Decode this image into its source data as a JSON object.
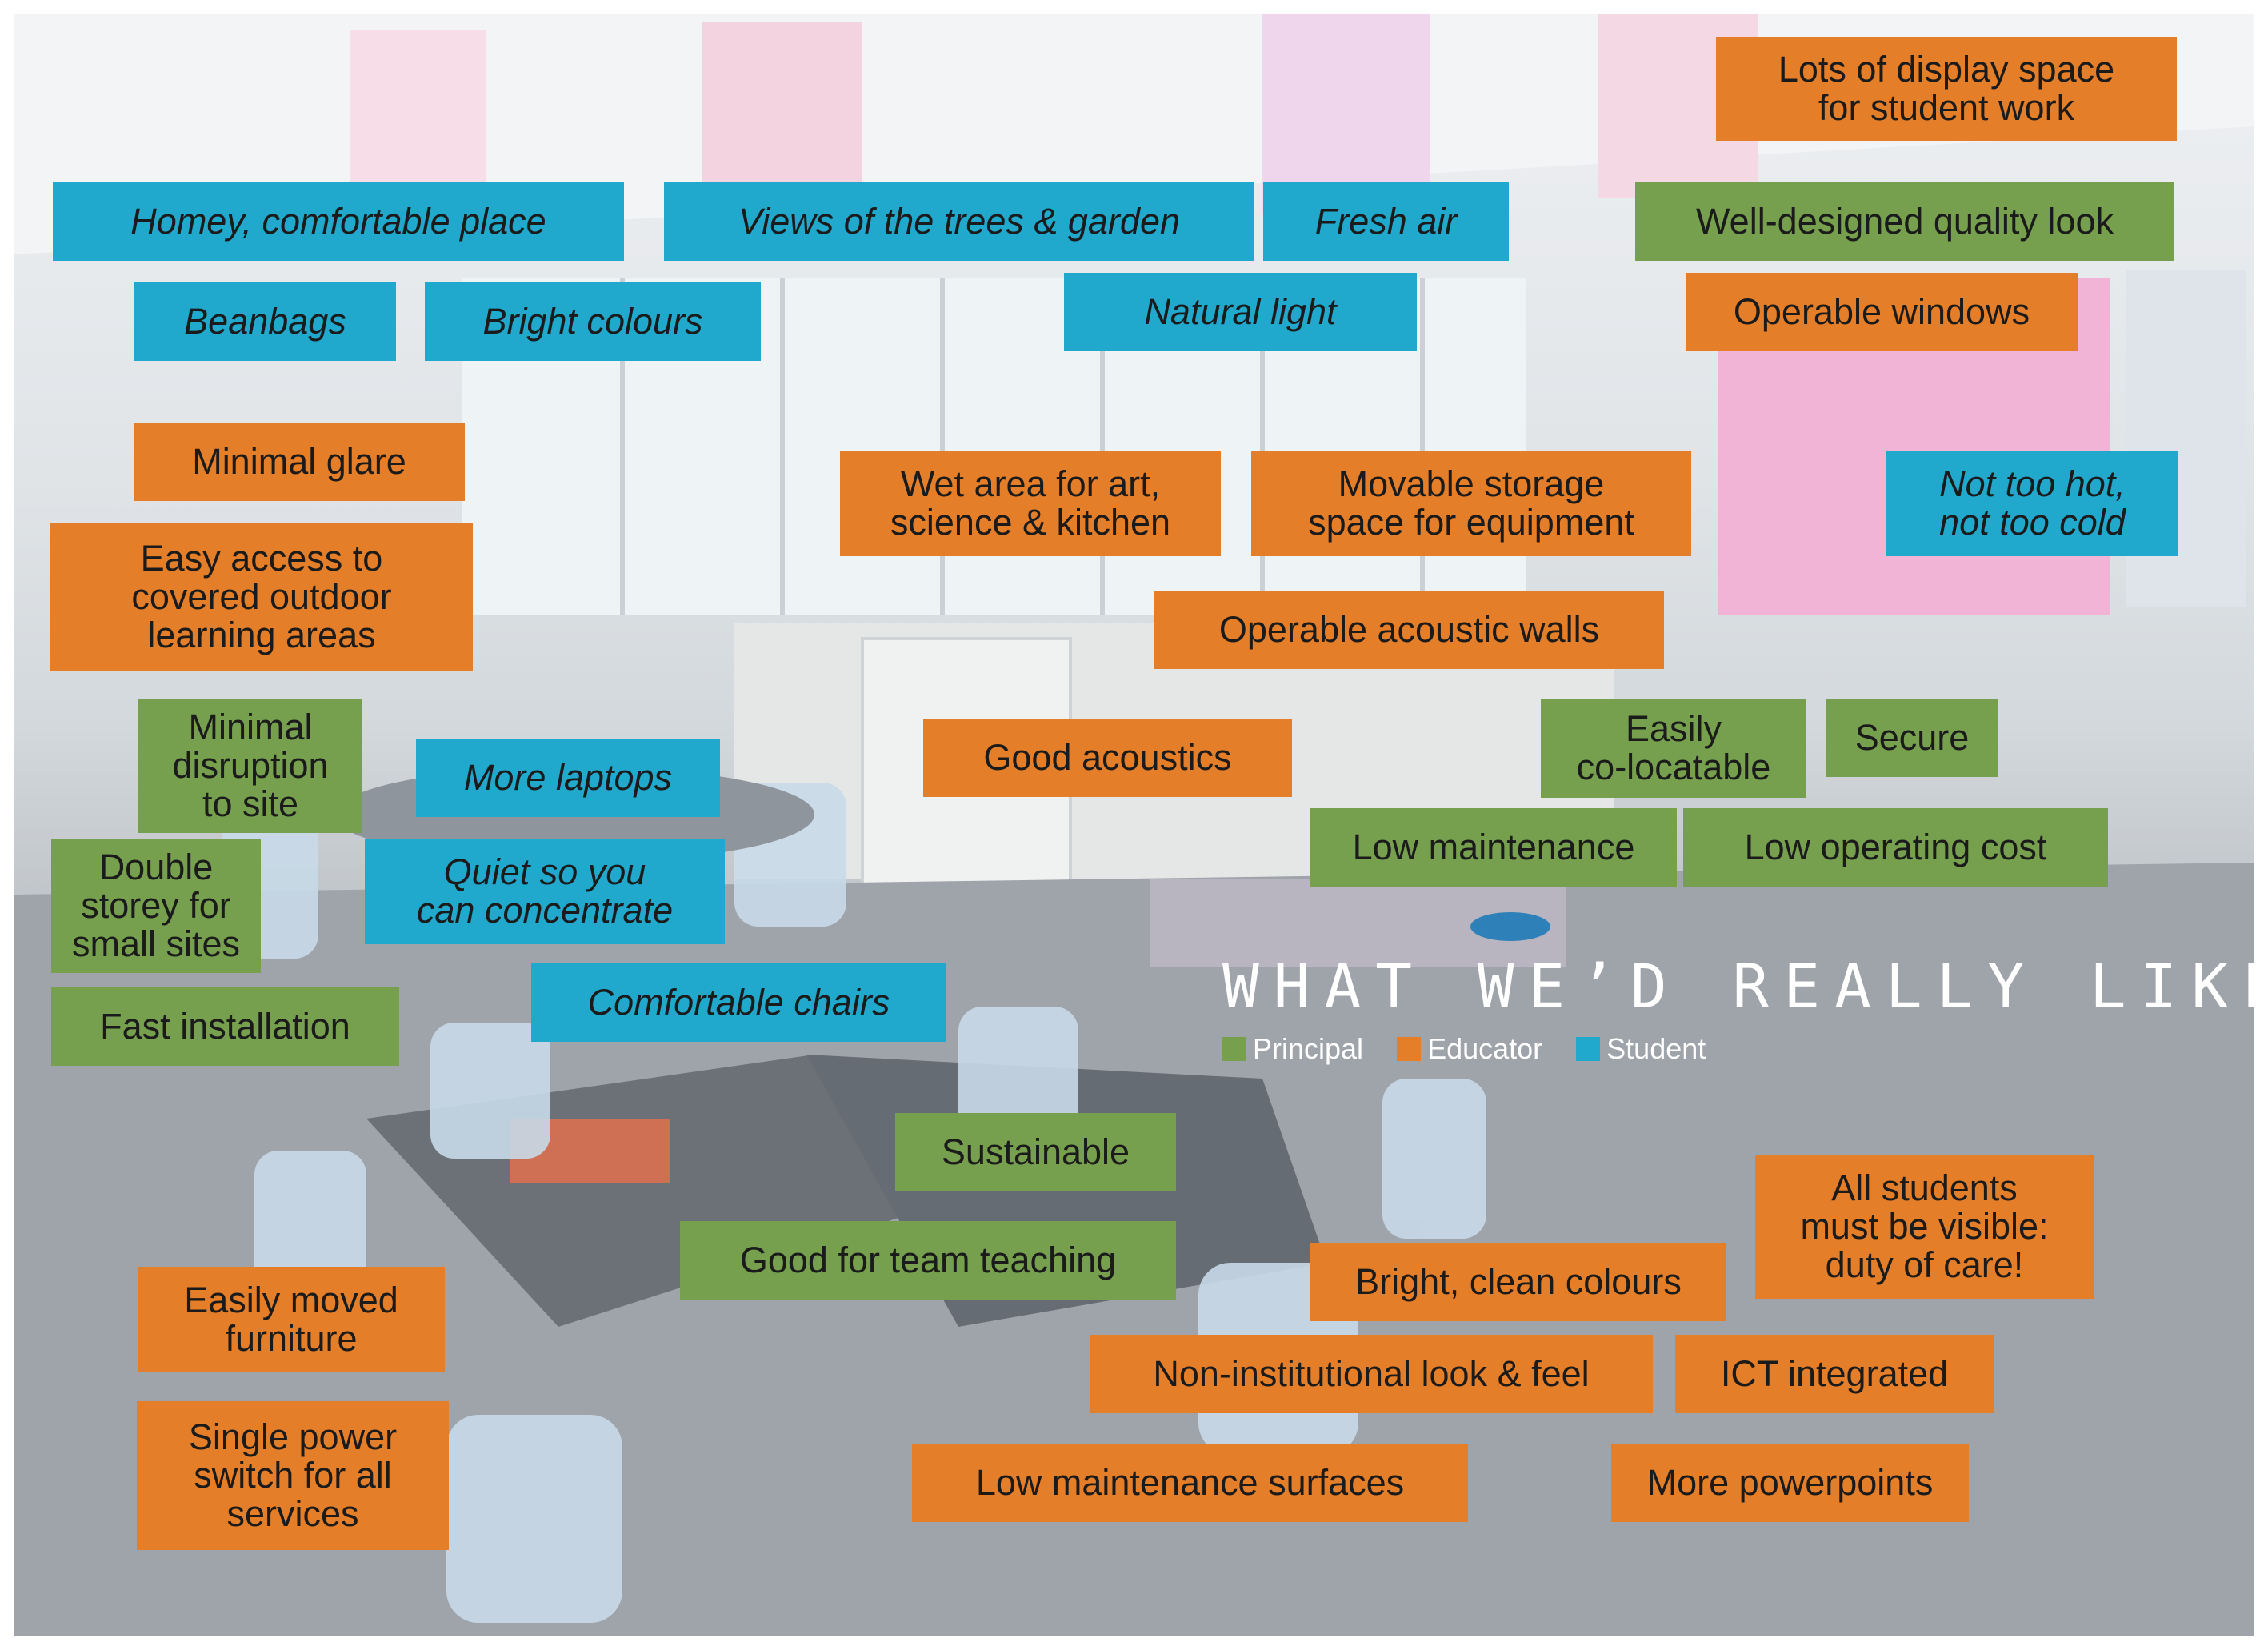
{
  "colors": {
    "principal": "#76a04e",
    "educator": "#e57e28",
    "student": "#20a8cd"
  },
  "legend": {
    "title": "WHAT WE’D REALLY LIKE",
    "items": [
      {
        "label": "Principal",
        "group": "principal"
      },
      {
        "label": "Educator",
        "group": "educator"
      },
      {
        "label": "Student",
        "group": "student"
      }
    ]
  },
  "bubbles": [
    {
      "id": "lots-of-display-space",
      "text": "Lots of display space\nfor student work",
      "group": "educator"
    },
    {
      "id": "homey-comfortable-place",
      "text": "Homey, comfortable place",
      "group": "student"
    },
    {
      "id": "views-of-the-trees",
      "text": "Views of the trees & garden",
      "group": "student"
    },
    {
      "id": "fresh-air",
      "text": "Fresh air",
      "group": "student"
    },
    {
      "id": "well-designed-quality-look",
      "text": "Well-designed quality look",
      "group": "principal"
    },
    {
      "id": "beanbags",
      "text": "Beanbags",
      "group": "student"
    },
    {
      "id": "bright-colours",
      "text": "Bright colours",
      "group": "student"
    },
    {
      "id": "natural-light",
      "text": "Natural light",
      "group": "student"
    },
    {
      "id": "operable-windows",
      "text": "Operable windows",
      "group": "educator"
    },
    {
      "id": "minimal-glare",
      "text": "Minimal glare",
      "group": "educator"
    },
    {
      "id": "wet-area",
      "text": "Wet area for art,\nscience & kitchen",
      "group": "educator"
    },
    {
      "id": "movable-storage",
      "text": "Movable storage\nspace for equipment",
      "group": "educator"
    },
    {
      "id": "not-too-hot",
      "text": "Not too hot,\nnot too cold",
      "group": "student"
    },
    {
      "id": "easy-access-outdoor",
      "text": "Easy access to\ncovered outdoor\nlearning areas",
      "group": "educator"
    },
    {
      "id": "operable-acoustic-walls",
      "text": "Operable acoustic walls",
      "group": "educator"
    },
    {
      "id": "minimal-disruption",
      "text": "Minimal\ndisruption\nto site",
      "group": "principal"
    },
    {
      "id": "more-laptops",
      "text": "More laptops",
      "group": "student"
    },
    {
      "id": "good-acoustics",
      "text": "Good acoustics",
      "group": "educator"
    },
    {
      "id": "easily-co-locatable",
      "text": "Easily\nco-locatable",
      "group": "principal"
    },
    {
      "id": "secure",
      "text": "Secure",
      "group": "principal"
    },
    {
      "id": "double-storey",
      "text": "Double\nstorey for\nsmall sites",
      "group": "principal"
    },
    {
      "id": "quiet-concentrate",
      "text": "Quiet so you\ncan concentrate",
      "group": "student"
    },
    {
      "id": "low-maintenance",
      "text": "Low maintenance",
      "group": "principal"
    },
    {
      "id": "low-operating-cost",
      "text": "Low operating cost",
      "group": "principal"
    },
    {
      "id": "comfortable-chairs",
      "text": "Comfortable chairs",
      "group": "student"
    },
    {
      "id": "fast-installation",
      "text": "Fast installation",
      "group": "principal"
    },
    {
      "id": "sustainable",
      "text": "Sustainable",
      "group": "principal"
    },
    {
      "id": "good-for-team-teaching",
      "text": "Good for team teaching",
      "group": "principal"
    },
    {
      "id": "all-students-visible",
      "text": "All students\nmust be visible:\nduty of care!",
      "group": "educator"
    },
    {
      "id": "bright-clean-colours",
      "text": "Bright, clean colours",
      "group": "educator"
    },
    {
      "id": "easily-moved-furniture",
      "text": "Easily moved\nfurniture",
      "group": "educator"
    },
    {
      "id": "non-institutional-look",
      "text": "Non-institutional look & feel",
      "group": "educator"
    },
    {
      "id": "ict-integrated",
      "text": "ICT integrated",
      "group": "educator"
    },
    {
      "id": "single-power-switch",
      "text": "Single power\nswitch for all\nservices",
      "group": "educator"
    },
    {
      "id": "low-maintenance-surfaces",
      "text": "Low maintenance surfaces",
      "group": "educator"
    },
    {
      "id": "more-powerpoints",
      "text": "More powerpoints",
      "group": "educator"
    }
  ]
}
